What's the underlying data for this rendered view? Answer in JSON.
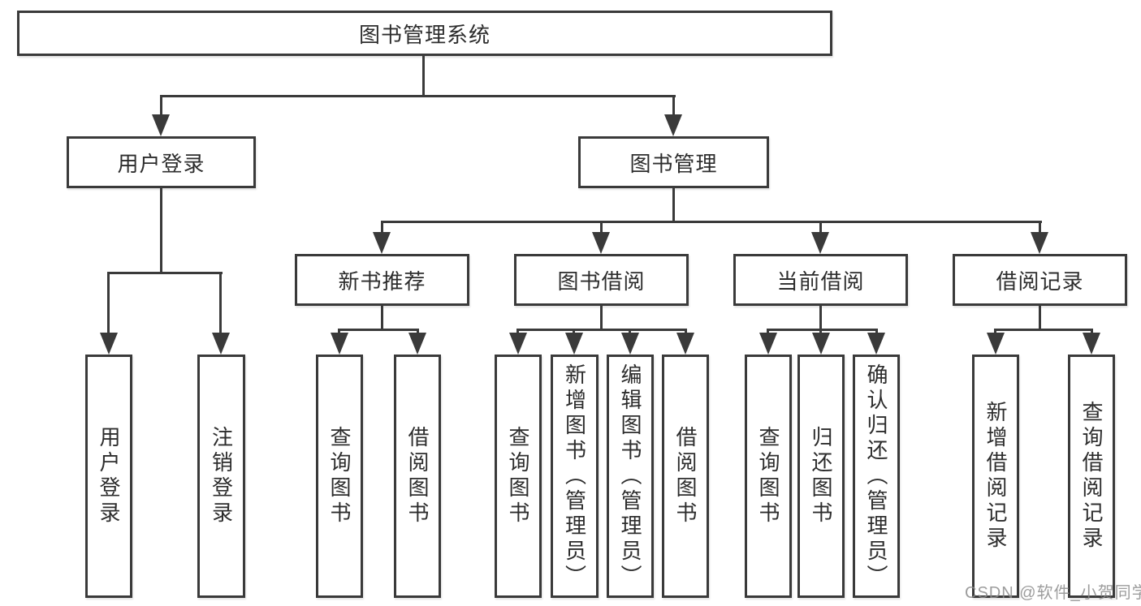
{
  "diagram": {
    "root": {
      "label": "图书管理系统"
    },
    "branches": [
      {
        "label": "用户登录",
        "children": [
          {
            "label": "用户登录"
          },
          {
            "label": "注销登录"
          }
        ]
      },
      {
        "label": "图书管理",
        "children": [
          {
            "label": "新书推荐",
            "children": [
              {
                "label": "查询图书"
              },
              {
                "label": "借阅图书"
              }
            ]
          },
          {
            "label": "图书借阅",
            "children": [
              {
                "label": "查询图书"
              },
              {
                "label": "新增图书（管理员）"
              },
              {
                "label": "编辑图书（管理员）"
              },
              {
                "label": "借阅图书"
              }
            ]
          },
          {
            "label": "当前借阅",
            "children": [
              {
                "label": "查询图书"
              },
              {
                "label": "归还图书"
              },
              {
                "label": "确认归还（管理员）"
              }
            ]
          },
          {
            "label": "借阅记录",
            "children": [
              {
                "label": "新增借阅记录"
              },
              {
                "label": "查询借阅记录"
              }
            ]
          }
        ]
      }
    ]
  },
  "watermark": {
    "text": "CSDN @软件_小贺同学"
  },
  "colors": {
    "line": "#3a3a3a",
    "text": "#2d2d2d",
    "watermark": "#8c8c8c",
    "background": "#ffffff"
  }
}
